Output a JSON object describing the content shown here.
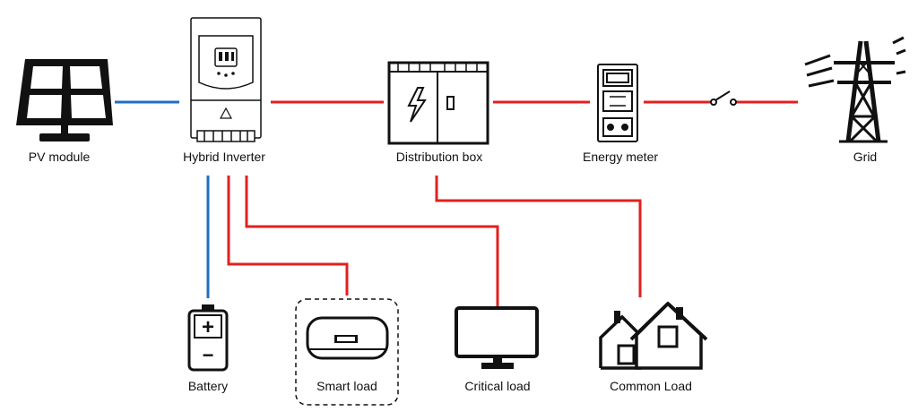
{
  "labels": {
    "pv_module": "PV module",
    "hybrid_inverter": "Hybrid Inverter",
    "distribution_box": "Distribution box",
    "energy_meter": "Energy meter",
    "grid": "Grid",
    "battery": "Battery",
    "smart_load": "Smart load",
    "critical_load": "Critical load",
    "common_load": "Common Load"
  },
  "battery_symbols": {
    "plus": "+",
    "minus": "−"
  },
  "colors": {
    "dc_line": "#1f6fc2",
    "ac_line": "#e0201f",
    "icon": "#111111",
    "background": "#ffffff"
  },
  "icons": [
    "solar-panel-icon",
    "inverter-icon",
    "distribution-box-icon",
    "energy-meter-icon",
    "grid-tower-icon",
    "battery-icon",
    "smart-plug-icon",
    "monitor-icon",
    "house-icon",
    "switch-icon"
  ]
}
